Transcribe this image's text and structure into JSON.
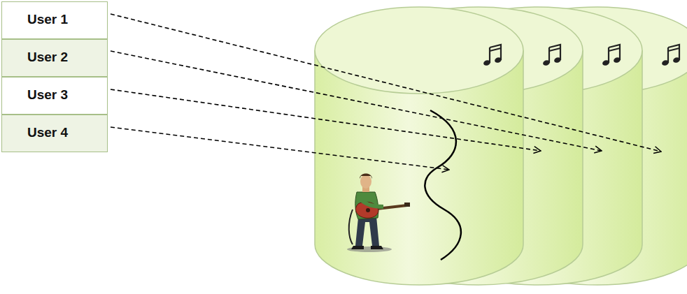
{
  "diagram": {
    "nodes": [
      {
        "text": [
          "User 1"
        ]
      },
      {
        "text": [
          "User 2"
        ]
      },
      {
        "text": [
          "User 3"
        ]
      },
      {
        "text": [
          "User 4"
        ]
      }
    ]
  }
}
